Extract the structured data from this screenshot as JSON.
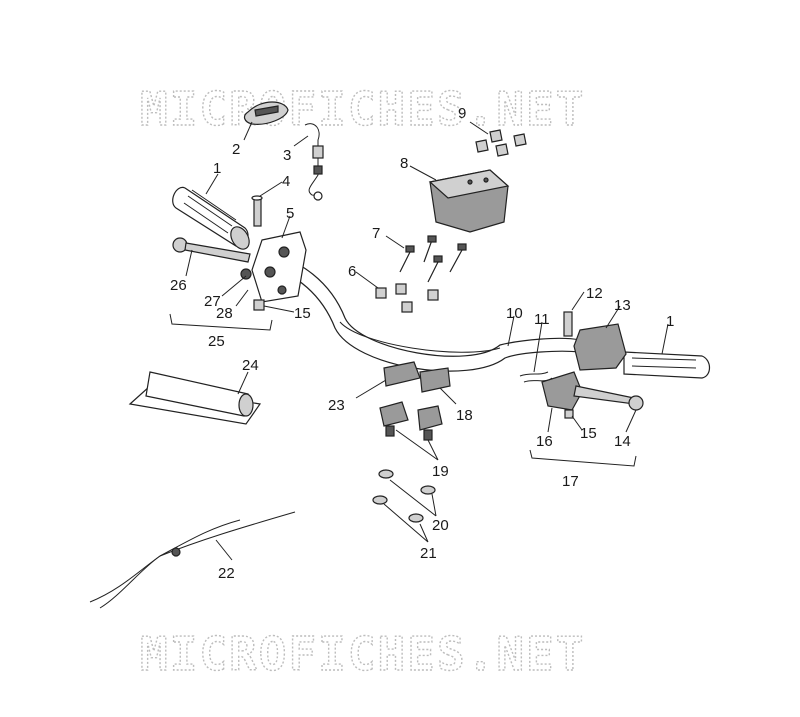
{
  "watermark": {
    "top": "MICROFICHES.NET",
    "bottom": "MICROFICHES.NET"
  },
  "callouts": {
    "c1a": "1",
    "c1b": "1",
    "c2": "2",
    "c3": "3",
    "c4": "4",
    "c5": "5",
    "c6": "6",
    "c7": "7",
    "c8": "8",
    "c9": "9",
    "c10": "10",
    "c11": "11",
    "c12": "12",
    "c13": "13",
    "c14": "14",
    "c15a": "15",
    "c15b": "15",
    "c16": "16",
    "c17": "17",
    "c18": "18",
    "c19": "19",
    "c20": "20",
    "c21": "21",
    "c22": "22",
    "c23": "23",
    "c24": "24",
    "c25": "25",
    "c26": "26",
    "c27": "27",
    "c28": "28"
  }
}
